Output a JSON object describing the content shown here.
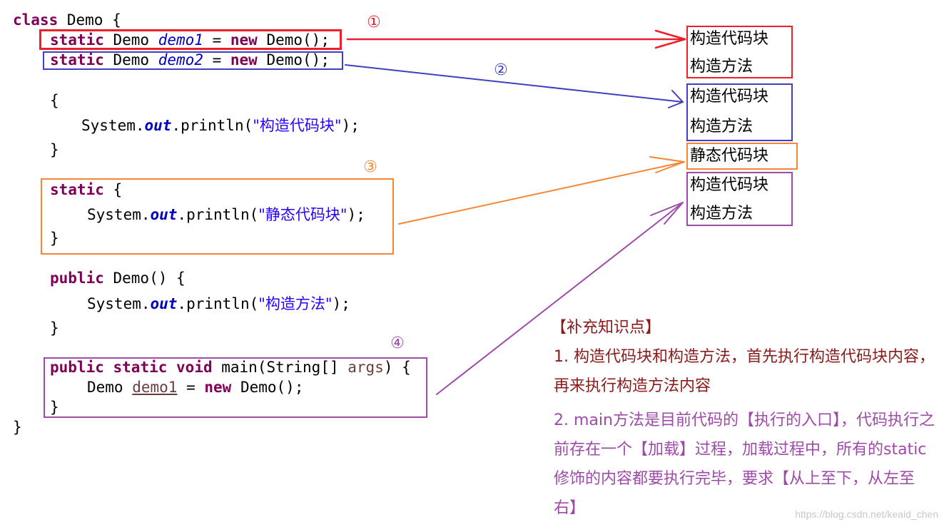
{
  "code": {
    "l01": {
      "kw": "class",
      "rest": " Demo {"
    },
    "l02": {
      "kw1": "static",
      "t1": " Demo ",
      "var": "demo1",
      "t2": " = ",
      "kw2": "new",
      "t3": " Demo();"
    },
    "l03": {
      "kw1": "static",
      "t1": " Demo ",
      "var": "demo2",
      "t2": " = ",
      "kw2": "new",
      "t3": " Demo();"
    },
    "l04": {
      "text": "{"
    },
    "l05": {
      "t1": "System.",
      "field": "out",
      "t2": ".println(",
      "str": "\"构造代码块\"",
      "t3": ");"
    },
    "l06": {
      "text": "}"
    },
    "l07": {
      "kw": "static",
      "rest": " {"
    },
    "l08": {
      "t1": "System.",
      "field": "out",
      "t2": ".println(",
      "str": "\"静态代码块\"",
      "t3": ");"
    },
    "l09": {
      "text": "}"
    },
    "l10": {
      "kw": "public",
      "rest": " Demo() {"
    },
    "l11": {
      "t1": "System.",
      "field": "out",
      "t2": ".println(",
      "str": "\"构造方法\"",
      "t3": ");"
    },
    "l12": {
      "text": "}"
    },
    "l13": {
      "kw1": "public",
      "kw2": "static",
      "kw3": "void",
      "t1": " main(String[] ",
      "param": "args",
      "t2": ") {"
    },
    "l14": {
      "t1": "Demo ",
      "var": "demo1",
      "t2": " = ",
      "kw": "new",
      "t3": " Demo();"
    },
    "l15": {
      "text": "}"
    },
    "l16": {
      "text": "}"
    }
  },
  "markers": [
    "①",
    "②",
    "③",
    "④"
  ],
  "output": {
    "group1": [
      "构造代码块",
      "构造方法"
    ],
    "group2": [
      "构造代码块",
      "构造方法"
    ],
    "group3": [
      "静态代码块"
    ],
    "group4": [
      "构造代码块",
      "构造方法"
    ]
  },
  "notes": {
    "title": "【补充知识点】",
    "point1": "1. 构造代码块和构造方法，首先执行构造代码块内容，再来执行构造方法内容",
    "point2": "2. main方法是目前代码的【执行的入口】，代码执行之前存在一个【加载】过程，加载过程中，所有的static修饰的内容都要执行完毕，要求【从上至下，从左至右】"
  },
  "watermark": "https://blog.csdn.net/keaid_chen",
  "colors": {
    "red": "#e8212b",
    "blue": "#3f3fc1",
    "orange": "#f58634",
    "purple": "#9e4aa8",
    "note_dark": "#8b1a1a",
    "note_purple": "#9e4aa8"
  }
}
